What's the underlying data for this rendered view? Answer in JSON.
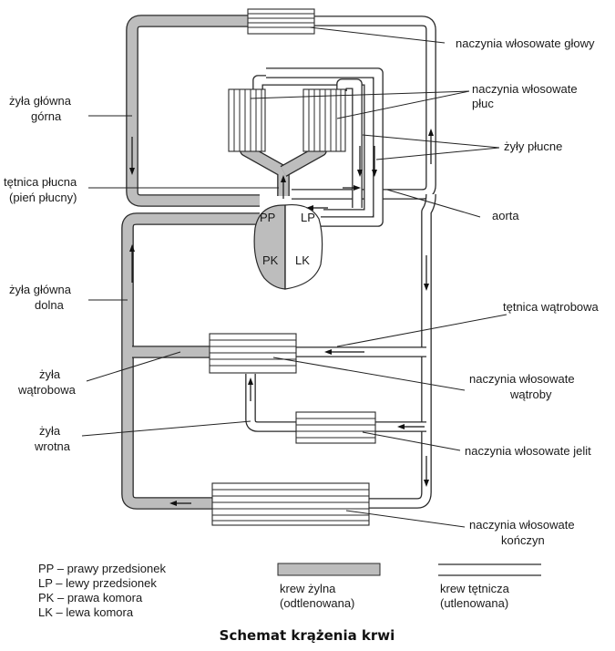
{
  "labels": {
    "naczynia_glowy": "naczynia włosowate głowy",
    "naczynia_pluc_1": "naczynia włosowate",
    "naczynia_pluc_2": "płuc",
    "zyly_plucne": "żyły płucne",
    "zyla_glowna_gorna_1": "żyła główna",
    "zyla_glowna_gorna_2": "górna",
    "tetnica_plucna_1": "tętnica płucna",
    "tetnica_plucna_2": "(pień płucny)",
    "aorta": "aorta",
    "zyla_glowna_dolna_1": "żyła główna",
    "zyla_glowna_dolna_2": "dolna",
    "tetnica_watrobowa": "tętnica wątrobowa",
    "zyla_watrobowa_1": "żyła",
    "zyla_watrobowa_2": "wątrobowa",
    "naczynia_watroby_1": "naczynia włosowate",
    "naczynia_watroby_2": "wątroby",
    "zyla_wrotna_1": "żyła",
    "zyla_wrotna_2": "wrotna",
    "naczynia_jelit": "naczynia włosowate jelit",
    "naczynia_konczyn_1": "naczynia włosowate",
    "naczynia_konczyn_2": "kończyn"
  },
  "heart": {
    "pp": "PP",
    "lp": "LP",
    "pk": "PK",
    "lk": "LK"
  },
  "abbreviations": [
    {
      "code": "PP",
      "desc": "prawy przedsionek"
    },
    {
      "code": "LP",
      "desc": "lewy przedsionek"
    },
    {
      "code": "PK",
      "desc": "prawa komora"
    },
    {
      "code": "LK",
      "desc": "lewa komora"
    }
  ],
  "legend": {
    "venous_1": "krew żylna",
    "venous_2": "(odtlenowana)",
    "arterial_1": "krew tętnicza",
    "arterial_2": "(utlenowana)"
  },
  "caption": "Schemat krążenia krwi",
  "colors": {
    "venous_fill": "#bdbdbd",
    "outline": "#2a2a2a"
  }
}
